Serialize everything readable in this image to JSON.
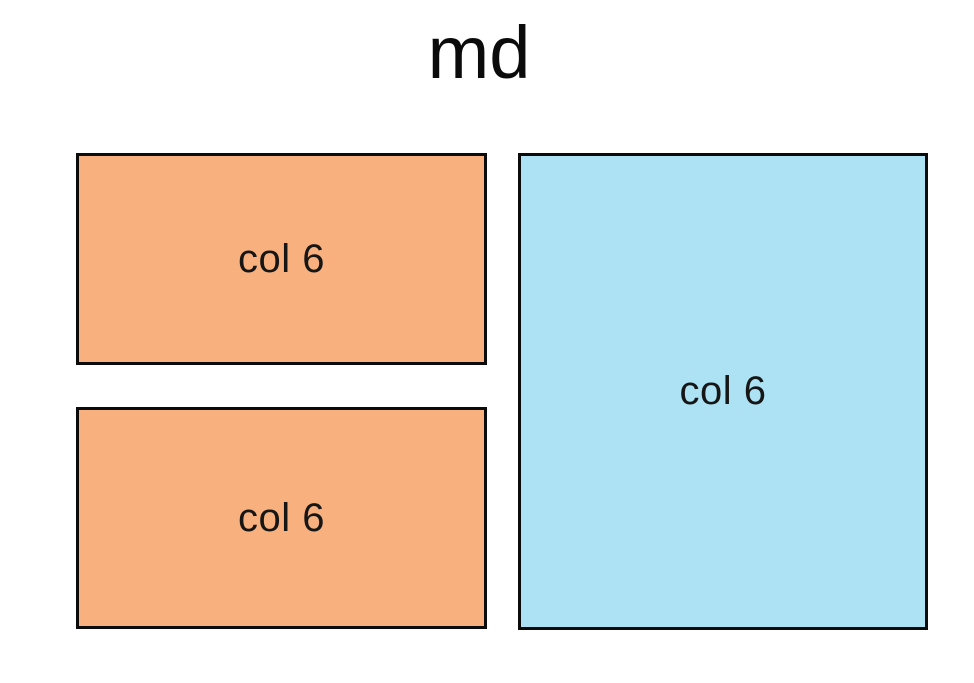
{
  "title": "md",
  "colors": {
    "orange_fill": "#F8B17E",
    "blue_fill": "#ADE2F4",
    "border": "#0b0b0b",
    "background": "#ffffff",
    "text": "#161616"
  },
  "boxes": [
    {
      "id": "left-top",
      "label": "col 6",
      "fill": "#F8B17E"
    },
    {
      "id": "left-bottom",
      "label": "col 6",
      "fill": "#F8B17E"
    },
    {
      "id": "right",
      "label": "col 6",
      "fill": "#ADE2F4"
    }
  ]
}
